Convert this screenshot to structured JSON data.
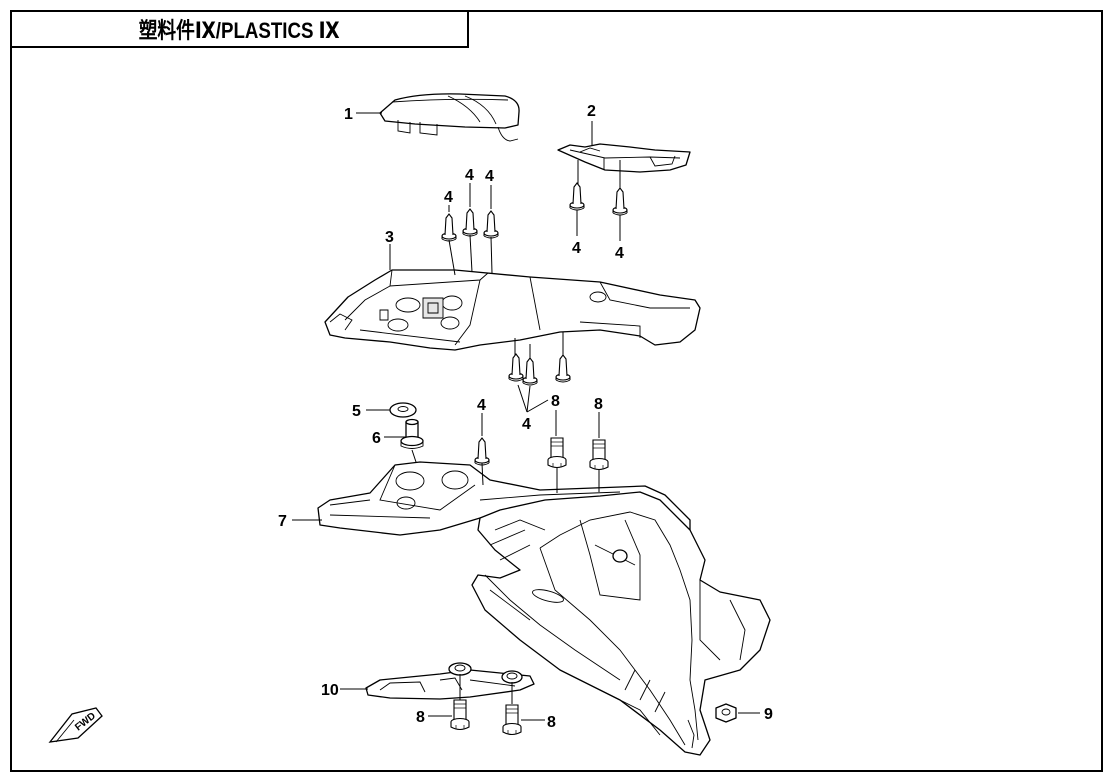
{
  "title": "塑料件Ⅸ/PLASTICS Ⅸ",
  "callouts": {
    "c1": "1",
    "c2": "2",
    "c3": "3",
    "c4a": "4",
    "c4b": "4",
    "c4c": "4",
    "c4d": "4",
    "c4e": "4",
    "c4f": "4",
    "c4g": "4",
    "c5": "5",
    "c6": "6",
    "c7": "7",
    "c8a": "8",
    "c8b": "8",
    "c8c": "8",
    "c8d": "8",
    "c9": "9",
    "c10": "10"
  },
  "logo_text": "FWD",
  "icons": {
    "direction": "forward-arrow-icon"
  },
  "colors": {
    "line": "#000000",
    "background": "#ffffff"
  }
}
